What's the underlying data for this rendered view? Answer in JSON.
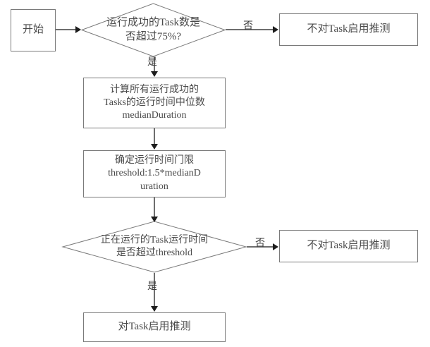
{
  "diagram": {
    "title": "Task speculative execution decision flowchart",
    "background_color": "#ffffff",
    "line_color": "#6e6e6e",
    "border_color": "#7a7a7a",
    "text_color": "#4a4a4a",
    "nodes": {
      "start": {
        "label": "开始",
        "shape": "rectangle"
      },
      "decision_success_rate": {
        "label": "运行成功的Task数是\n否超过75%?",
        "shape": "diamond"
      },
      "no_speculation_top": {
        "label": "不对Task启用推测",
        "shape": "rectangle"
      },
      "compute_median": {
        "label": "计算所有运行成功的\nTasks的运行时间中位数\nmedianDuration",
        "shape": "rectangle"
      },
      "set_threshold": {
        "label": "确定运行时间门限\nthreshold:1.5*medianD\nuration",
        "shape": "rectangle"
      },
      "decision_threshold": {
        "label": "正在运行的Task运行时间\n是否超过threshold",
        "shape": "diamond"
      },
      "no_speculation_bottom": {
        "label": "不对Task启用推测",
        "shape": "rectangle"
      },
      "enable_speculation": {
        "label": "对Task启用推测",
        "shape": "rectangle"
      }
    },
    "edge_labels": {
      "no_top": "否",
      "yes_top": "是",
      "no_bottom": "否",
      "yes_bottom": "是"
    }
  }
}
